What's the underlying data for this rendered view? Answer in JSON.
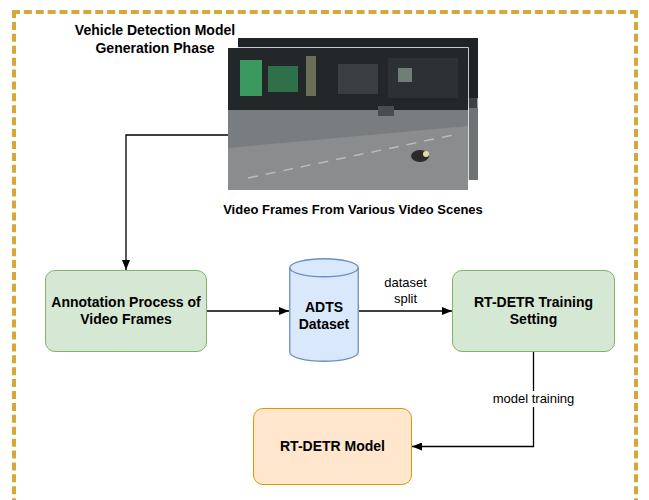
{
  "diagram": {
    "nodes": [
      {
        "text": [
          "Vehicle Detection Model Generation Phase"
        ]
      },
      {
        "text": [
          "Video Frames From Various Video Scenes"
        ],
        "in": 0
      },
      {
        "text": [
          "Annotation Process of Video Frames"
        ],
        "in": 0
      },
      {
        "text": [
          "ADTS Dataset"
        ],
        "in": 0
      },
      {
        "text": [
          "RT-DETR Training Setting"
        ],
        "in": 0
      },
      {
        "text": [
          "RT-DETR Model"
        ],
        "in": 0
      }
    ],
    "edges": [
      {
        "from": 1,
        "to": 2,
        "arrow": "to"
      },
      {
        "from": 2,
        "to": 3,
        "arrow": "to"
      },
      {
        "from": 3,
        "to": 4,
        "label": "dataset split",
        "arrow": "to"
      },
      {
        "from": 4,
        "to": 5,
        "label": "model training",
        "arrow": "to"
      }
    ]
  }
}
